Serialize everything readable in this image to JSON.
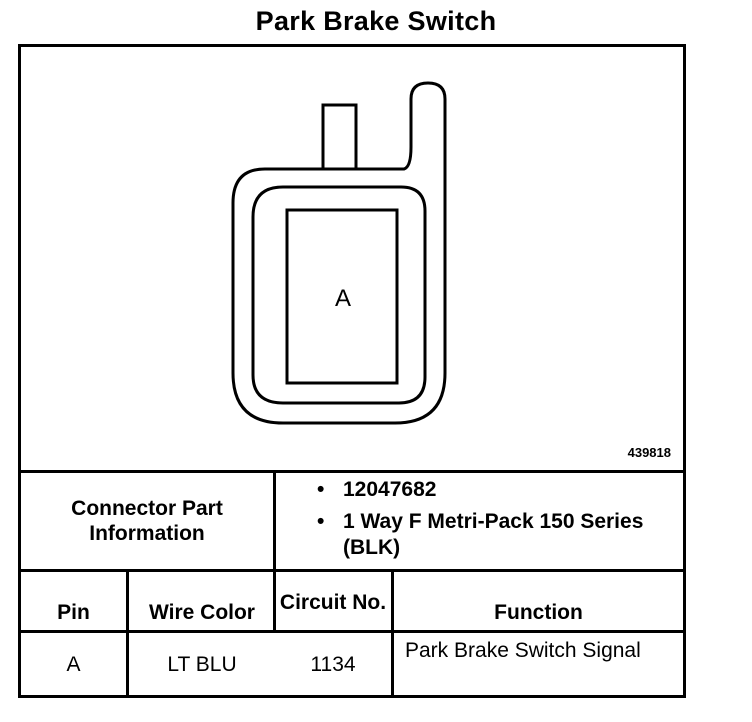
{
  "title": "Park Brake Switch",
  "figure_id": "439818",
  "connector": {
    "cavity_label": "A"
  },
  "connector_info": {
    "label": "Connector Part Information",
    "items": [
      "12047682",
      "1 Way F Metri-Pack 150 Series (BLK)"
    ]
  },
  "table": {
    "headers": {
      "pin": "Pin",
      "wire_color": "Wire Color",
      "circuit": "Circuit No.",
      "function": "Function"
    },
    "rows": [
      {
        "pin": "A",
        "wire_color": "LT BLU",
        "circuit": "1134",
        "function": "Park Brake Switch Signal"
      }
    ]
  }
}
